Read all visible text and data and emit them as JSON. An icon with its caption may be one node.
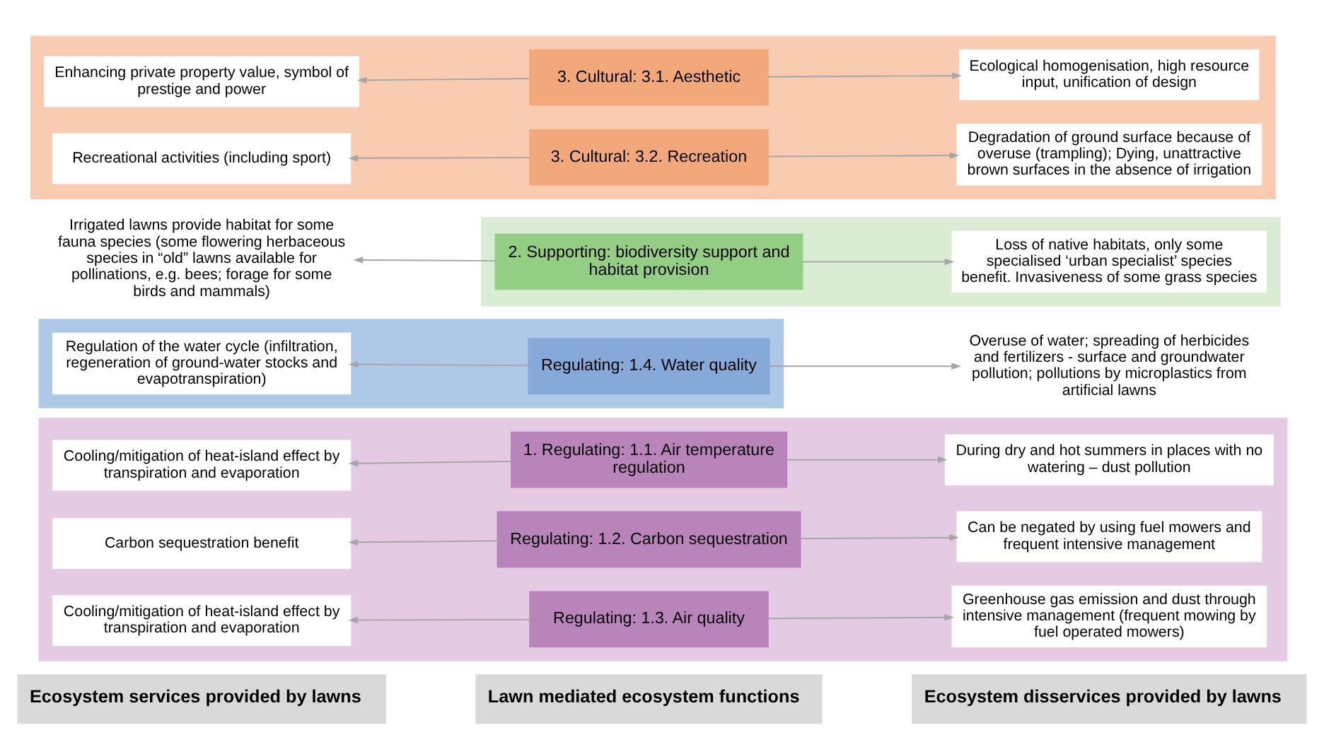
{
  "diagram": {
    "nodes": [
      {
        "text": [],
        "shape": "band"
      },
      {
        "text": [
          "Cooling/mitigation of heat-island effect by transpiration and evaporation"
        ],
        "in": 0
      },
      {
        "text": [
          "1. Regulating: 1.1. Air temperature regulation"
        ],
        "in": 0
      },
      {
        "text": [
          "During dry and hot summers in places with no watering – dust pollution"
        ],
        "in": 0
      },
      {
        "text": [
          "Carbon sequestration benefit"
        ],
        "in": 0
      },
      {
        "text": [
          "Regulating: 1.2. Carbon sequestration"
        ],
        "in": 0
      },
      {
        "text": [
          "Can be negated by using fuel mowers and frequent intensive management"
        ],
        "in": 0
      },
      {
        "text": [
          "Cooling/mitigation of heat-island effect by transpiration and evaporation"
        ],
        "in": 0
      },
      {
        "text": [
          "Regulating: 1.3. Air quality"
        ],
        "in": 0
      },
      {
        "text": [
          "Greenhouse gas emission and dust through intensive management (frequent mowing by fuel operated mowers)"
        ],
        "in": 0
      },
      {
        "text": [],
        "shape": "band"
      },
      {
        "text": [
          "Regulation of the water cycle (infiltration, regeneration of ground-water stocks and evapotranspiration)"
        ],
        "in": 10
      },
      {
        "text": [
          "Regulating: 1.4. Water quality"
        ],
        "in": 10
      },
      {
        "text": [
          "Overuse of water; spreading of herbicides and fertilizers - surface and groundwater pollution; pollutions by microplastics from artificial lawns"
        ]
      },
      {
        "text": [],
        "shape": "band"
      },
      {
        "text": [
          "Irrigated lawns provide habitat for some fauna species (some flowering herbaceous species in “old” lawns available for pollinations, e.g. bees; forage for some birds and mammals)"
        ]
      },
      {
        "text": [
          "2. Supporting: biodiversity support and habitat provision"
        ],
        "in": 14
      },
      {
        "text": [
          "Loss of native habitats, only some specialised ‘urban specialist’ species benefit. Invasiveness of some grass species"
        ],
        "in": 14
      },
      {
        "text": [],
        "shape": "band"
      },
      {
        "text": [
          "Enhancing private property value, symbol of prestige and power"
        ],
        "in": 18
      },
      {
        "text": [
          "3. Cultural: 3.1. Aesthetic"
        ],
        "in": 18
      },
      {
        "text": [
          "Ecological homogenisation, high resource input, unification of design"
        ],
        "in": 18
      },
      {
        "text": [
          "Recreational activities (including sport)"
        ],
        "in": 18
      },
      {
        "text": [
          "3. Cultural: 3.2. Recreation"
        ],
        "in": 18
      },
      {
        "text": [
          "Degradation of ground surface because of overuse (trampling); Dying, unattractive brown surfaces in the absence of irrigation"
        ],
        "in": 18
      }
    ],
    "edges": [
      {
        "from": 2,
        "to": 1,
        "arrow": "to"
      },
      {
        "from": 2,
        "to": 3,
        "arrow": "to"
      },
      {
        "from": 5,
        "to": 4,
        "arrow": "to"
      },
      {
        "from": 5,
        "to": 6,
        "arrow": "to"
      },
      {
        "from": 8,
        "to": 7,
        "arrow": "to"
      },
      {
        "from": 8,
        "to": 9,
        "arrow": "to"
      },
      {
        "from": 12,
        "to": 11,
        "arrow": "to"
      },
      {
        "from": 12,
        "to": 13,
        "arrow": "to"
      },
      {
        "from": 16,
        "to": 15,
        "arrow": "to"
      },
      {
        "from": 16,
        "to": 17,
        "arrow": "to"
      },
      {
        "from": 20,
        "to": 19,
        "arrow": "to"
      },
      {
        "from": 20,
        "to": 21,
        "arrow": "to"
      },
      {
        "from": 23,
        "to": 22,
        "arrow": "to"
      },
      {
        "from": 23,
        "to": 24,
        "arrow": "to"
      }
    ],
    "labels": [
      "Ecosystem services provided by lawns",
      "Lawn mediated ecosystem functions",
      "Ecosystem disservices provided by lawns"
    ]
  }
}
